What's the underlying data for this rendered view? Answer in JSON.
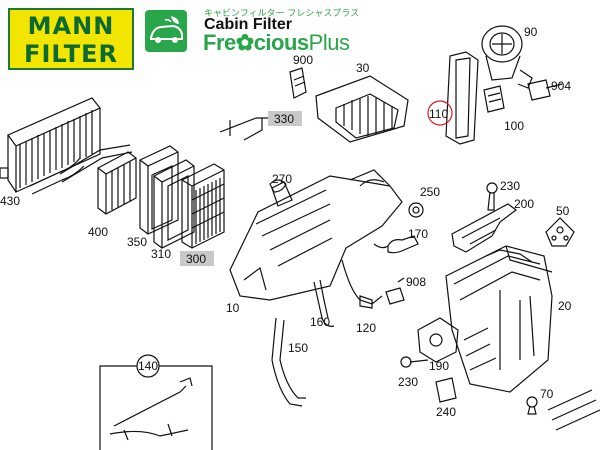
{
  "brand": {
    "mann_line1": "MANN",
    "mann_line2": "FILTER",
    "jp_subtitle": "キャビンフィルター フレシャスプラス",
    "cabin_filter": "Cabin Filter",
    "product_prefix": "Fre",
    "product_mid": "cious",
    "product_suffix": "Plus",
    "accent": "#2aa64a",
    "mann_yellow": "#f2e500"
  },
  "parts": {
    "p90": "90",
    "p900": "900",
    "p30": "30",
    "p904": "904",
    "p110": "110",
    "p100": "100",
    "p330": "330",
    "p430": "430",
    "p400": "400",
    "p350": "350",
    "p310": "310",
    "p300": "300",
    "p270": "270",
    "p250": "250",
    "p230a": "230",
    "p200": "200",
    "p50": "50",
    "p170": "170",
    "p10": "10",
    "p908": "908",
    "p160": "160",
    "p120": "120",
    "p20": "20",
    "p150": "150",
    "p140": "140",
    "p190": "190",
    "p230b": "230",
    "p70": "70",
    "p240": "240"
  }
}
